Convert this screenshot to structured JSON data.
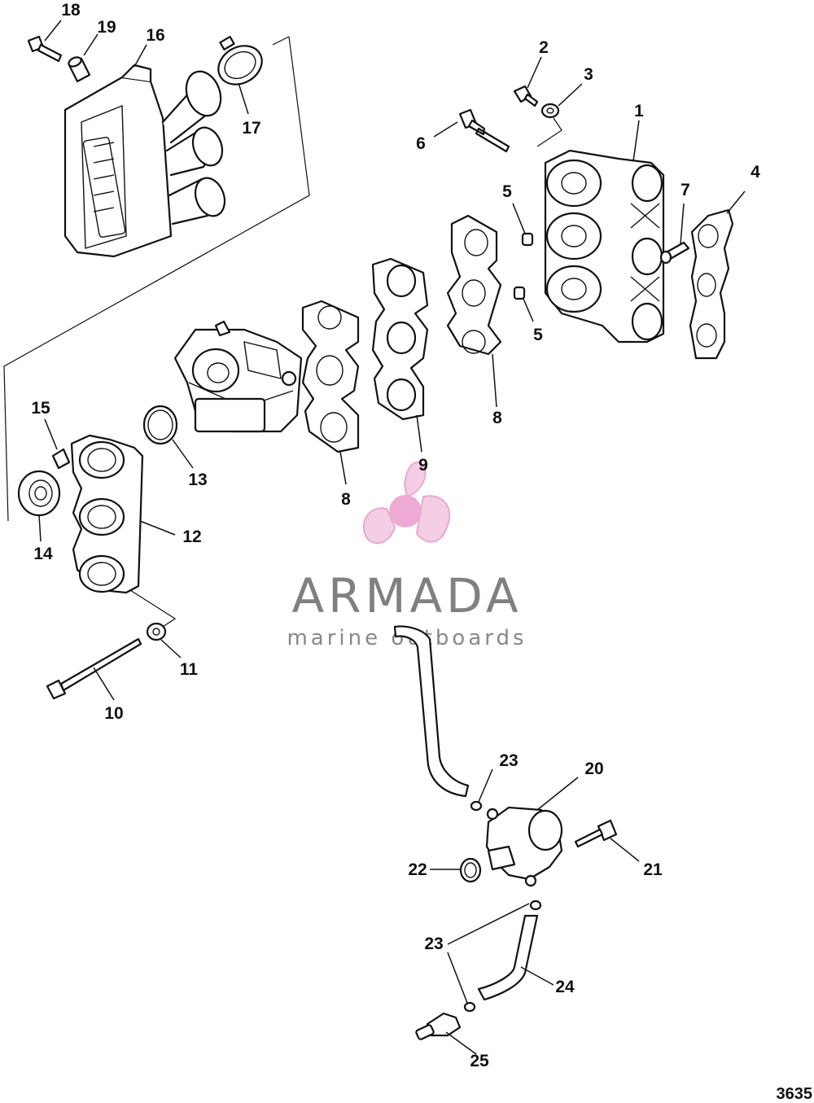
{
  "diagram": {
    "callouts": [
      "18",
      "19",
      "16",
      "17",
      "2",
      "3",
      "1",
      "6",
      "4",
      "5",
      "7",
      "5",
      "8",
      "9",
      "8",
      "15",
      "13",
      "12",
      "14",
      "11",
      "10",
      "23",
      "20",
      "21",
      "22",
      "23",
      "24",
      "25"
    ],
    "reference_number": "3635"
  },
  "watermark": {
    "brand": "ARMADA",
    "tagline": "marine outboards",
    "colors": {
      "logo": "#e9a8cf",
      "logo_center": "#ea9ccd",
      "text": "#808080"
    }
  }
}
